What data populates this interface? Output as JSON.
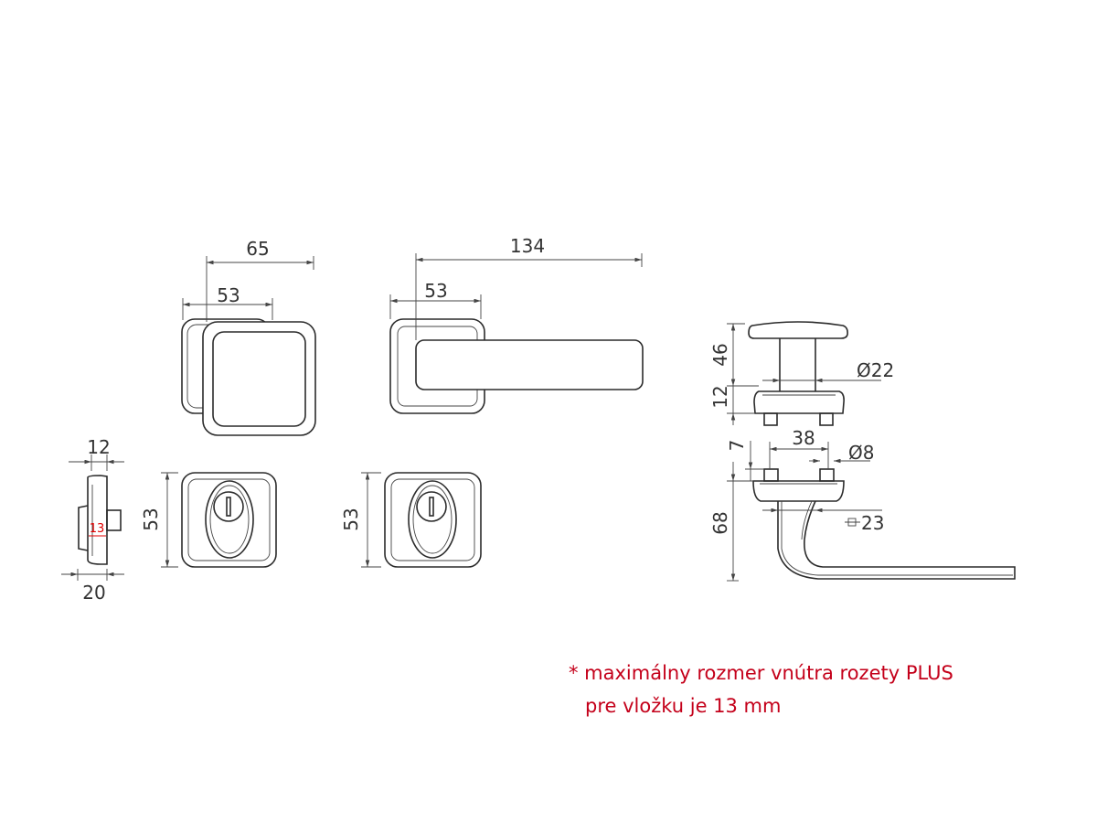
{
  "knob_view": {
    "width_outer": "65",
    "width_rose": "53"
  },
  "lever_view": {
    "length": "134",
    "width_rose": "53"
  },
  "cylinder_side": {
    "top": "12",
    "bottom": "20",
    "max_inside": "13"
  },
  "escutcheon_1": {
    "height": "53"
  },
  "escutcheon_2": {
    "height": "53"
  },
  "side_profile": {
    "knob_height": "46",
    "rose_height": "12",
    "shaft_diameter": "Ø22",
    "pin_height": "7",
    "pin_spacing": "38",
    "pin_diameter": "Ø8",
    "lever_height": "68",
    "square_size": "23"
  },
  "note": {
    "line1": "* maximálny rozmer vnútra rozety PLUS",
    "line2": "pre vložku je 13 mm",
    "color": "#c4001a"
  }
}
